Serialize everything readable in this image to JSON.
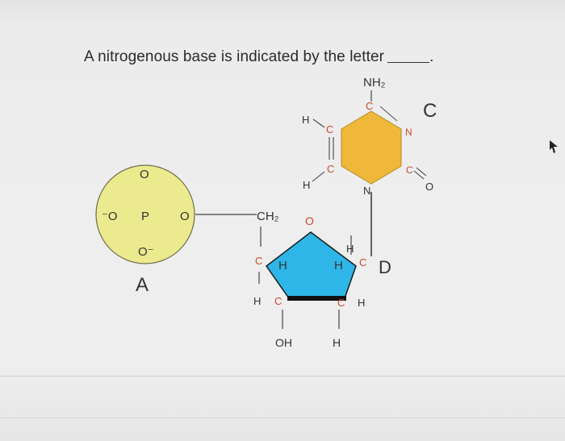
{
  "question": {
    "text": "A nitrogenous base is indicated by the letter",
    "suffix": "."
  },
  "colors": {
    "phosphate_fill": "#ecea8e",
    "sugar_fill": "#2fb6e8",
    "base_fill": "#efb83a",
    "ring_atom_color": "#c84a2b"
  },
  "phosphate": {
    "o_top": "O",
    "o_left": "⁻O",
    "p": "P",
    "o_right": "O",
    "o_bottom": "O⁻",
    "label": "A"
  },
  "sugar": {
    "ch2": "CH₂",
    "ring_o": "O",
    "c_upper_left": "C",
    "h_upper_left": "H",
    "h_upper_right": "H",
    "c_upper_right": "C",
    "h_outer_left": "H",
    "c_lower_left": "C",
    "c_lower_right": "C",
    "h_outer_right": "H",
    "h_left_vertical": "H",
    "oh": "OH",
    "h_bottom": "H",
    "label": "D"
  },
  "base": {
    "nh2": "NH₂",
    "c_top": "C",
    "h_upper": "H",
    "c_left_upper": "C",
    "n_right": "N",
    "c_left_lower": "C",
    "h_lower": "H",
    "n_bottom": "N",
    "c_right_lower": "C",
    "o_right": "O",
    "label": "C"
  }
}
